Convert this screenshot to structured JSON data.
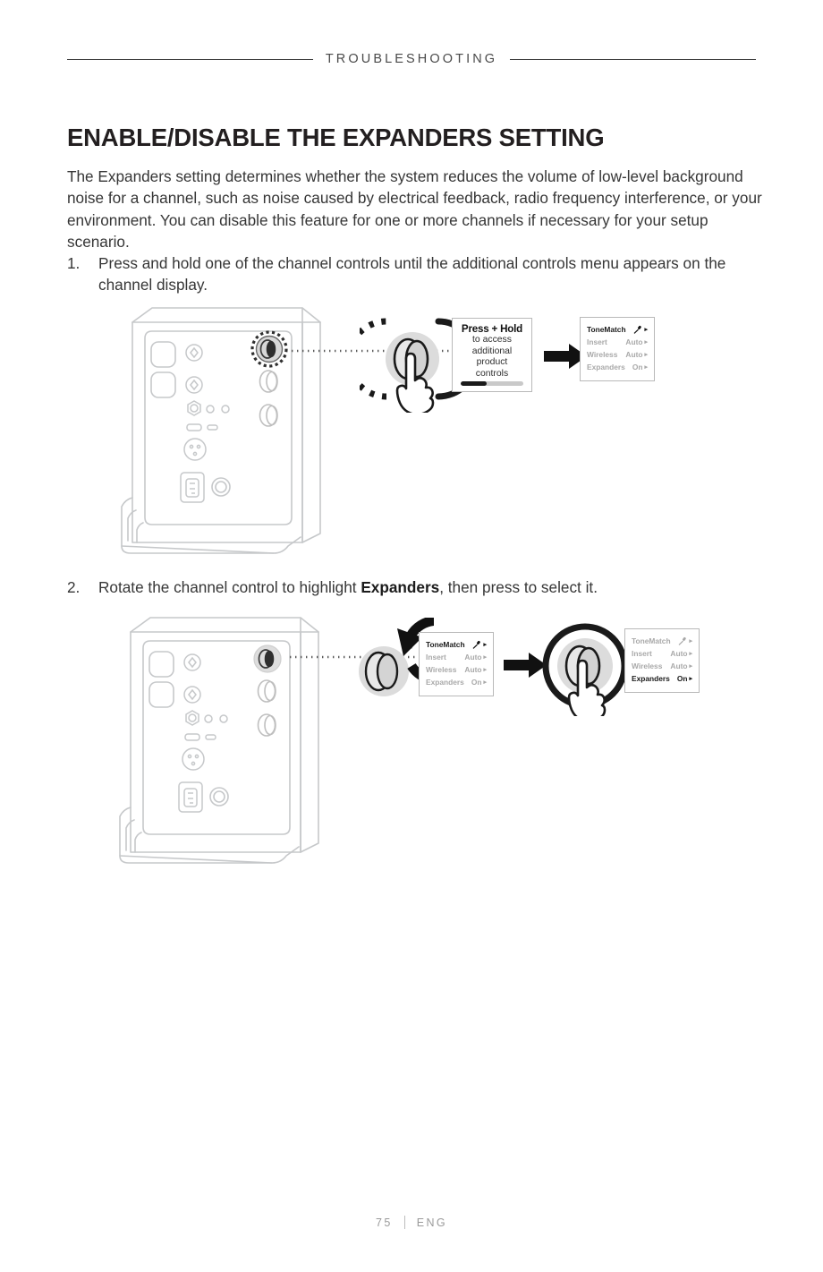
{
  "header": {
    "running_head": "TROUBLESHOOTING"
  },
  "page_title": "ENABLE/DISABLE THE EXPANDERS SETTING",
  "intro": "The Expanders setting determines whether the system reduces the volume of low-level background noise for a channel, such as noise caused by electrical feedback, radio frequency interference, or your environment. You can disable this feature for one or more channels if necessary for your setup scenario.",
  "steps": [
    {
      "number": "1.",
      "text_before": "Press and hold one of the channel controls until the additional controls menu appears on the channel display.",
      "bold": "",
      "text_after": ""
    },
    {
      "number": "2.",
      "text_before": "Rotate the channel control to highlight ",
      "bold": "Expanders",
      "text_after": ", then press to select it."
    }
  ],
  "figure1": {
    "press_hold_box": {
      "title": "Press + Hold",
      "line2": "to access",
      "line3": "additional",
      "line4": "product",
      "line5": "controls",
      "progress_percent": 42
    },
    "menu": {
      "rows": [
        {
          "label": "ToneMatch",
          "value": "",
          "icon": "microphone-icon",
          "caret": "▸",
          "selected": true
        },
        {
          "label": "Insert",
          "value": "Auto",
          "icon": "",
          "caret": "▸",
          "selected": false
        },
        {
          "label": "Wireless",
          "value": "Auto",
          "icon": "",
          "caret": "▸",
          "selected": false
        },
        {
          "label": "Expanders",
          "value": "On",
          "icon": "",
          "caret": "▸",
          "selected": false
        }
      ]
    },
    "gesture": "press-and-hold"
  },
  "figure2": {
    "menu_before": {
      "rows": [
        {
          "label": "ToneMatch",
          "value": "",
          "icon": "microphone-icon",
          "caret": "▸",
          "selected": true
        },
        {
          "label": "Insert",
          "value": "Auto",
          "icon": "",
          "caret": "▸",
          "selected": false
        },
        {
          "label": "Wireless",
          "value": "Auto",
          "icon": "",
          "caret": "▸",
          "selected": false
        },
        {
          "label": "Expanders",
          "value": "On",
          "icon": "",
          "caret": "▸",
          "selected": false
        }
      ]
    },
    "menu_after": {
      "rows": [
        {
          "label": "ToneMatch",
          "value": "",
          "icon": "microphone-icon",
          "caret": "▸",
          "selected": false
        },
        {
          "label": "Insert",
          "value": "Auto",
          "icon": "",
          "caret": "▸",
          "selected": false
        },
        {
          "label": "Wireless",
          "value": "Auto",
          "icon": "",
          "caret": "▸",
          "selected": false
        },
        {
          "label": "Expanders",
          "value": "On",
          "icon": "",
          "caret": "▸",
          "selected": true
        }
      ]
    },
    "gesture_rotate": "rotate-clockwise",
    "gesture_press": "press"
  },
  "footer": {
    "page_number": "75",
    "language": "ENG"
  },
  "colors": {
    "ink": "#231f20",
    "body": "#363636",
    "muted": "#a9a9a9",
    "line": "#b9b9b9",
    "device_outline": "#c6c8ca",
    "knob_fill": "#d6d6d6",
    "footer": "#9a9a9a"
  }
}
